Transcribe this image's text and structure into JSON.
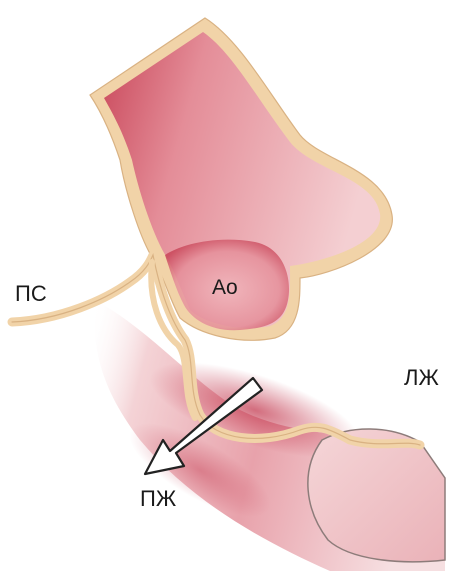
{
  "labels": {
    "ps": "ПС",
    "ao": "Ао",
    "lzh": "ЛЖ",
    "pzh": "ПЖ"
  },
  "colors": {
    "tissue_light": "#f3c9cc",
    "tissue_mid": "#e79aa3",
    "tissue_dark": "#c9475a",
    "rim": "#f1d3a8",
    "rim_edge": "#d9b283",
    "arrow_fill": "#ffffff",
    "arrow_stroke": "#222222"
  }
}
